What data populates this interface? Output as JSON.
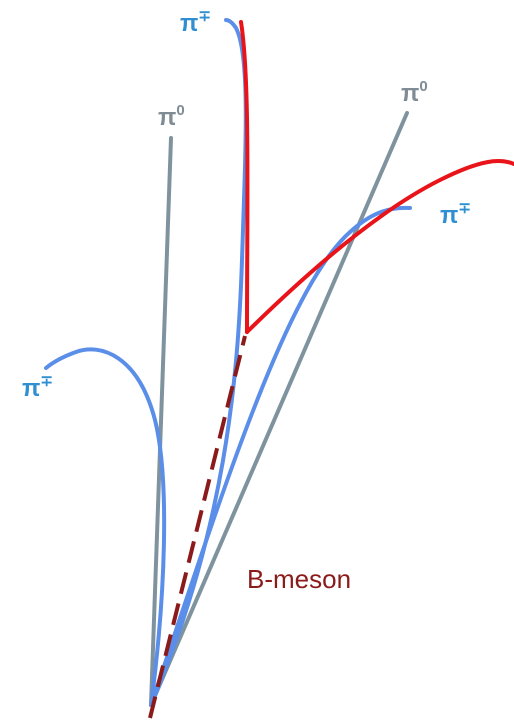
{
  "diagram": {
    "colors": {
      "charged_pion_track": "#5a8ee8",
      "neutral_pion_track": "#7f939e",
      "decay_product_track": "#e8141a",
      "b_meson_path": "#8b1a1a",
      "charged_label": "#2f8fd1",
      "neutral_label": "#7f8c96",
      "meson_label": "#8b1a1a"
    },
    "labels": {
      "pi_charged_top": {
        "base": "π",
        "sup": "∓"
      },
      "pi_neutral_left": {
        "base": "π",
        "sup": "0"
      },
      "pi_neutral_right": {
        "base": "π",
        "sup": "0"
      },
      "pi_charged_right": {
        "base": "π",
        "sup": "∓"
      },
      "pi_charged_left": {
        "base": "π",
        "sup": "∓"
      },
      "b_meson": "B-meson"
    }
  }
}
